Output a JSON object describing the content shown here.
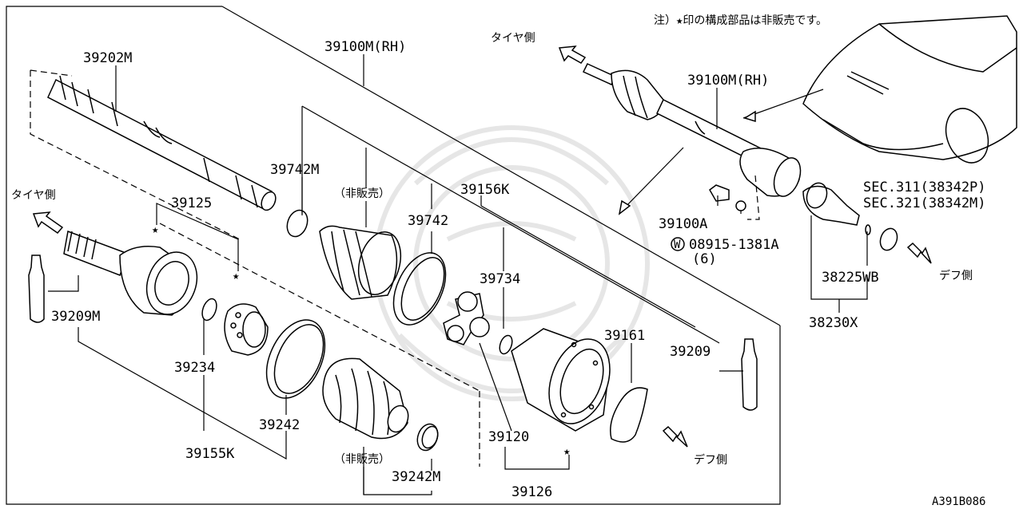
{
  "note": "注）★印の構成部品は非販売です。",
  "diagram_id": "A391B086",
  "direction_labels": {
    "tire_top": "タイヤ側",
    "tire_left": "タイヤ側",
    "diff_right": "デフ側",
    "diff_bottom": "デフ側"
  },
  "not_sold": "（非販売）",
  "star": "★",
  "washer_symbol": "W",
  "parts": {
    "p39202M": "39202M",
    "p39100M_main": "39100M(RH)",
    "p39100M_inset": "39100M(RH)",
    "p39742M": "39742M",
    "p39125": "39125",
    "p39156K": "39156K",
    "p39742": "39742",
    "p39734": "39734",
    "p39209M": "39209M",
    "p39234": "39234",
    "p39242": "39242",
    "p39155K": "39155K",
    "p39242M": "39242M",
    "p39120": "39120",
    "p39126": "39126",
    "p39161": "39161",
    "p39209": "39209",
    "p39100A": "39100A",
    "p08915": "08915-1381A",
    "p08915_qty": "(6)",
    "sec311": "SEC.311(38342P)",
    "sec321": "SEC.321(38342M)",
    "p38225WB": "38225WB",
    "p38230X": "38230X"
  }
}
